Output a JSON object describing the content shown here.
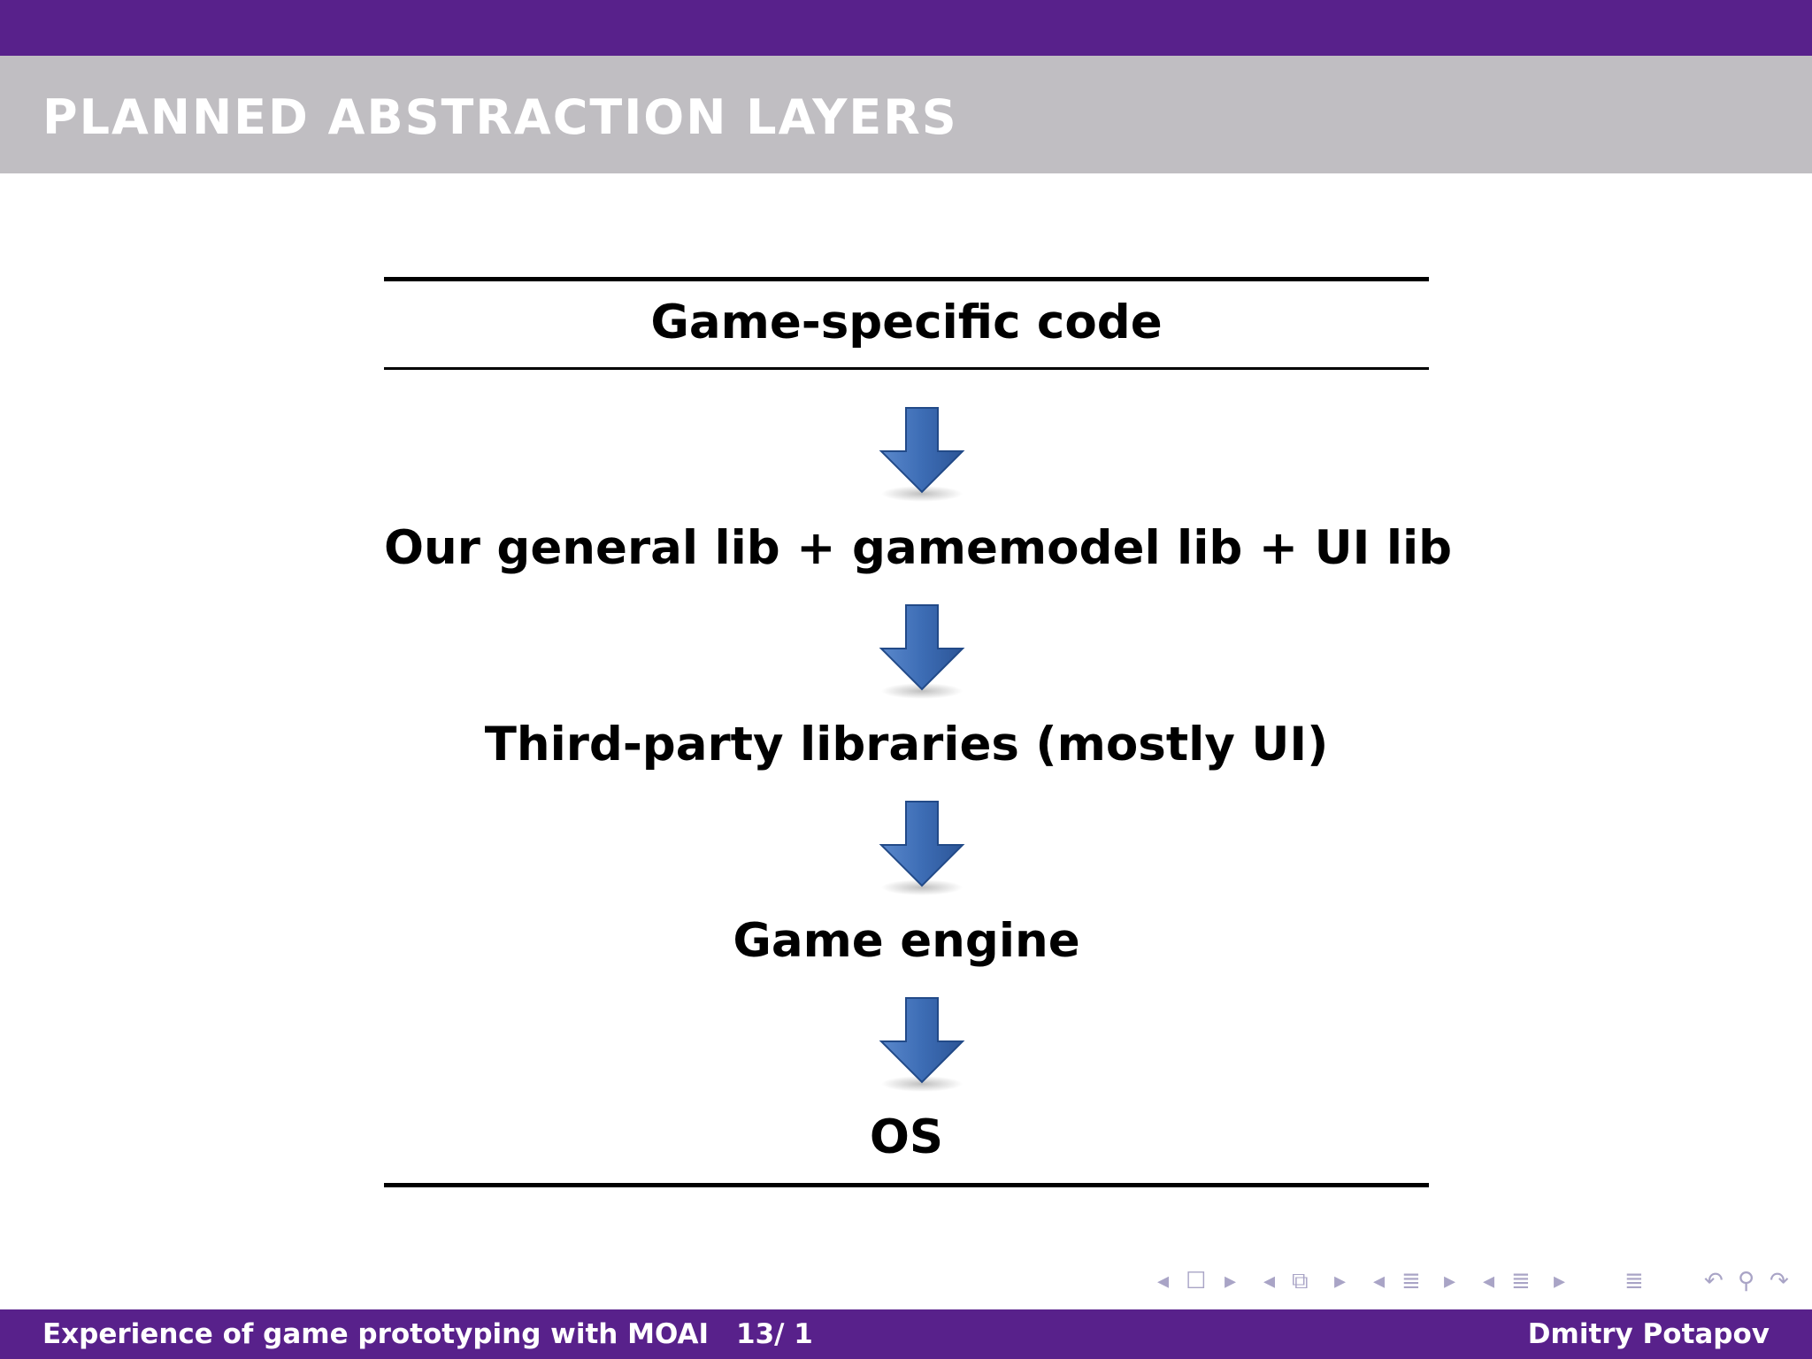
{
  "slide": {
    "title": "PLANNED ABSTRACTION LAYERS"
  },
  "layers": [
    "Game-specific code",
    "Our general lib + gamemodel lib + UI lib",
    "Third-party libraries (mostly UI)",
    "Game engine",
    "OS"
  ],
  "footer": {
    "talk_title": "Experience of game prototyping with MOAI",
    "page": "13/ 1",
    "author": "Dmitry Potapov"
  },
  "colors": {
    "brand_purple": "#58218b",
    "title_bar_gray": "#c0bec2",
    "arrow_blue": "#3d6db5"
  },
  "nav_icons": [
    "prev-frame-icon",
    "frame-icon",
    "next-frame-icon",
    "prev-subsection-icon",
    "subsection-icon",
    "next-subsection-icon",
    "prev-section-icon",
    "section-icon",
    "next-section-icon",
    "toc-icon",
    "undo-icon",
    "search-icon",
    "redo-icon"
  ]
}
